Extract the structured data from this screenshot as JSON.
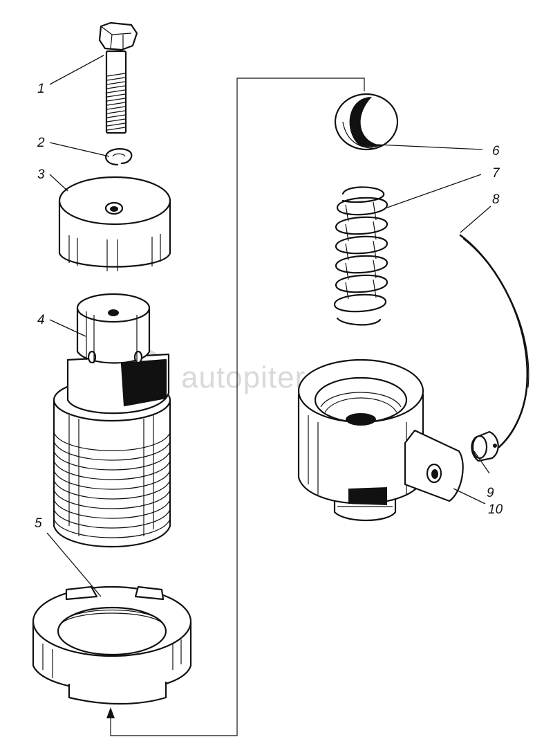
{
  "diagram": {
    "callouts": [
      {
        "id": "c1",
        "label": "1"
      },
      {
        "id": "c2",
        "label": "2"
      },
      {
        "id": "c3",
        "label": "3"
      },
      {
        "id": "c4",
        "label": "4"
      },
      {
        "id": "c5",
        "label": "5"
      },
      {
        "id": "c6",
        "label": "6"
      },
      {
        "id": "c7",
        "label": "7"
      },
      {
        "id": "c8",
        "label": "8"
      },
      {
        "id": "c9",
        "label": "9"
      },
      {
        "id": "c10",
        "label": "10"
      }
    ],
    "parts": [
      "bolt",
      "spring-washer",
      "cap",
      "body",
      "round-nut",
      "valve-ball",
      "spring",
      "wire",
      "seal",
      "valve-housing"
    ]
  },
  "watermark": {
    "text": "autopiter.ru",
    "color": "#d9d9d9"
  },
  "colors": {
    "ink": "#111111",
    "background": "#ffffff"
  }
}
